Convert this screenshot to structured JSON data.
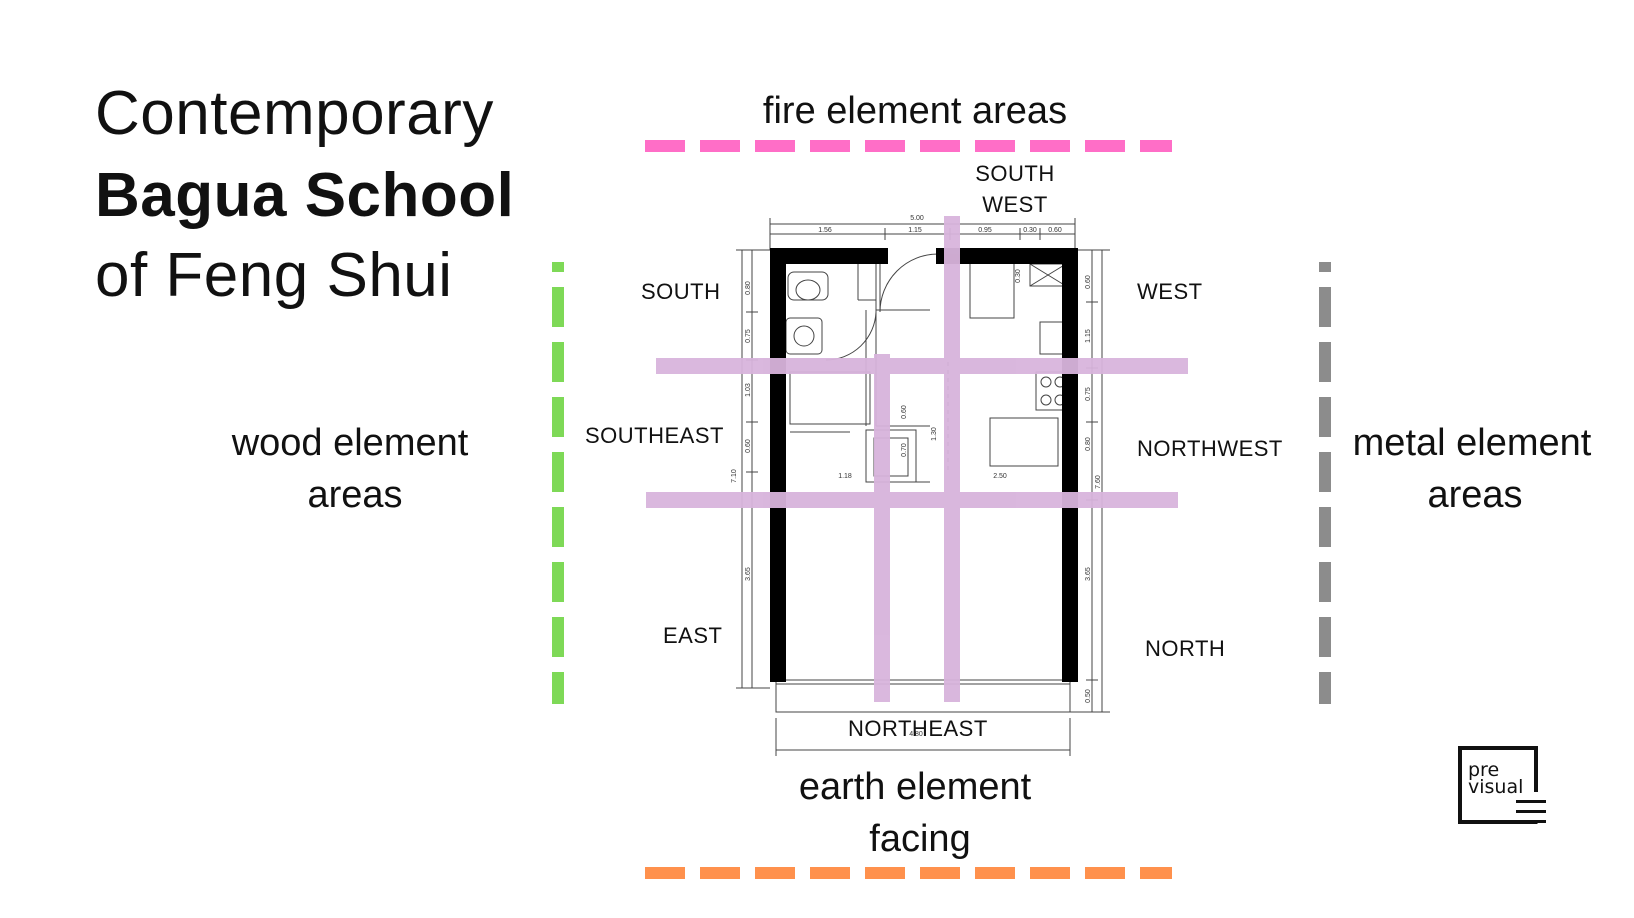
{
  "title": {
    "line1": "Contemporary",
    "line2": "Bagua School",
    "line3": "of Feng Shui"
  },
  "elements": {
    "fire": "fire element areas",
    "wood_line1": "wood element",
    "wood_line2": "areas",
    "metal_line1": "metal element",
    "metal_line2": "areas",
    "earth_line1": "earth element",
    "earth_line2": "facing"
  },
  "directions": {
    "south": "SOUTH",
    "southwest_line1": "SOUTH",
    "southwest_line2": "WEST",
    "west": "WEST",
    "southeast": "SOUTHEAST",
    "northwest": "NORTHWEST",
    "east": "EAST",
    "north": "NORTH",
    "northeast": "NORTHEAST"
  },
  "dimensions": {
    "top_total": "5.00",
    "top_1": "1.56",
    "top_2": "1.15",
    "top_3": "0.95",
    "top_4": "0.30",
    "top_5": "0.60",
    "left_total": "7.10",
    "left_1": "0.80",
    "left_2": "0.75",
    "left_3": "1.03",
    "left_4": "0.60",
    "left_5": "3.65",
    "right_total": "7.60",
    "right_1": "0.60",
    "right_2": "1.15",
    "right_3": "0.75",
    "right_4": "0.80",
    "right_5": "3.65",
    "right_6": "0.50",
    "inner_1": "1.18",
    "inner_2": "2.50",
    "inner_3": "1.30",
    "inner_4": "0.70",
    "inner_5": "0.60",
    "inner_6": "0.30",
    "bottom_total": "4.80"
  },
  "colors": {
    "fire": "#ff6ec7",
    "wood": "#7ed957",
    "metal": "#8c8c8c",
    "earth": "#ff914d",
    "grid": "#d8b4dc"
  },
  "logo": {
    "line1": "pre",
    "line2": "visual"
  }
}
